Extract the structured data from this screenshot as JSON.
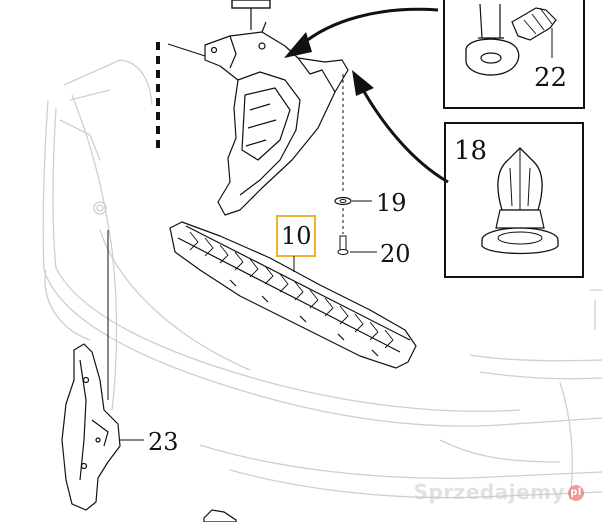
{
  "callouts": {
    "c10": "10",
    "c18": "18",
    "c19": "19",
    "c20": "20",
    "c22": "22",
    "c23": "23"
  },
  "watermark": {
    "text": "Sprzedajemy",
    "badge": "pl"
  },
  "colors": {
    "line": "#111111",
    "faint": "#c8c8c8",
    "highlight": "#f0b030"
  }
}
